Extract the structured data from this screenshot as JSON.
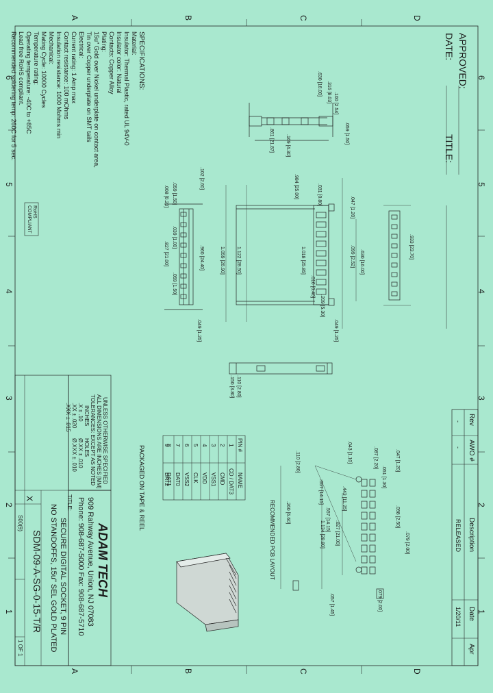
{
  "zone_labels": {
    "columns": [
      "A",
      "B",
      "C",
      "D"
    ],
    "rows": [
      "6",
      "5",
      "4",
      "3",
      "2",
      "1"
    ]
  },
  "approval": {
    "approved_label": "APPROVED:",
    "date_label": "DATE:",
    "title_label": "TITLE:"
  },
  "specifications": {
    "heading": "SPECIFICATIONS:",
    "lines": [
      "Material:",
      "Insulator: Thermal Plastic, rated UL 94V-0",
      "Insulator color: Natural",
      "Contacts: Copper Alloy",
      "Plating:",
      "15u\" Gold over Nickel underplate on contact area,",
      "Tin over Copper underplate on SMT tails",
      "Electrical:",
      "Current rating: 1 Amp max",
      "Contact resistance: 100 mOhms",
      "Insulation resistance: 1000 Mohms min",
      "Mechanical:",
      "Mating Cycle: 10000 Cycles",
      "Temperature rating:",
      "Operating temperature: -40C to +85C",
      "Lead free RoHS compliant.",
      "Recommended soldering temp: 260C for 5 sec."
    ],
    "rohs_badge": "RoHS COMPLIANT"
  },
  "revision_block": {
    "headers": [
      "Rev",
      "AWO #",
      "Description",
      "Date",
      "Apr"
    ],
    "row": [
      "-",
      "-",
      "RELEASED",
      "1/20/11",
      ""
    ]
  },
  "pin_table": {
    "headers": [
      "PIN #",
      "NAME"
    ],
    "rows": [
      [
        "1",
        "CD / DAT3"
      ],
      [
        "2",
        "CMD"
      ],
      [
        "3",
        "VSS1"
      ],
      [
        "4",
        "VDD"
      ],
      [
        "5",
        "CLK"
      ],
      [
        "6",
        "VSS2"
      ],
      [
        "7",
        "DAT0"
      ],
      [
        "8",
        "DAT1"
      ],
      [
        "9",
        "DAT2"
      ]
    ]
  },
  "notes": {
    "packaged": "PACKAGED ON TAPE & REEL",
    "pcb_layout": "RECOMMENDED PCB LAYOUT"
  },
  "tolerances": {
    "line1": "UNLESS OTHERWISE SPECIFIED",
    "line2": "ALL DIMENSIONS ARE INCHES [MM]",
    "line3": "TOLERANCES: EXCEPT AS NOTED",
    "inch_header": "INCHES",
    "holes_header": "HOLES",
    "rows": [
      ".X ± .10",
      ".XX ± .020",
      ".XXX ± .015",
      "Ø.XX ± .010",
      "Ø.XXX ± .010"
    ]
  },
  "title_block": {
    "company": "ADAM TECH",
    "address": "909 Rahway Avenue, Union, NJ 07083",
    "phone": "Phone: 908-687-5000 Fax: 908-687-5710",
    "title_label": "TITLE:",
    "title_line1": "SECURE DIGITAL SOCKET, 9 PIN",
    "title_line2": "NO STANDOFFS, 15u\" SEL GOLD PLATED",
    "part_number": "SDM-09-A-SG-0-15-T/R",
    "size": "X",
    "scale_code": "S00(9)",
    "sheet": "1 OF 1"
  },
  "dimensions": {
    "side_top": [
      ".316 [8.03]",
      ".630 [16.00]",
      ".100 [2.54]",
      ".059 [1.50]",
      ".861 [21.87]",
      ".169 [4.30]"
    ],
    "front_view": [
      ".102 [2.60]",
      ".059 [1.50]",
      ".008 [0.20]",
      ".960 [24.40]",
      ".827 [21.00]",
      ".039 [1.00]",
      ".059 [1.50]",
      ".049 [1.25]"
    ],
    "plan_view": [
      ".984 [25.00]",
      ".031 [0.80]",
      ".047 [1.20]",
      "1.059 [26.90]",
      "1.018 [25.85]",
      "1.122 [28.50]",
      ".099 [2.52]",
      ".630 [16.00]",
      ".933 [23.70]",
      ".209 [5.30]",
      ".049 [1.25]",
      ".016 [0.40]"
    ],
    "bottom_view": [
      ".110 [2.80]",
      ".150 [3.80]"
    ],
    "pcb": [
      ".047 [1.20]",
      ".051 [1.30]",
      ".087 [2.20]",
      ".110 [2.80]",
      ".043 [1.10]",
      ".098 [2.50]",
      ".079 [2.00]",
      ".443 [11.25]",
      ".557 [14.15]",
      ".827 [21.00]",
      ".557 [14.15]",
      "1.134 [28.80]",
      ".079 [2.00]",
      ".260 [6.60]",
      ".057 [1.45]"
    ]
  }
}
